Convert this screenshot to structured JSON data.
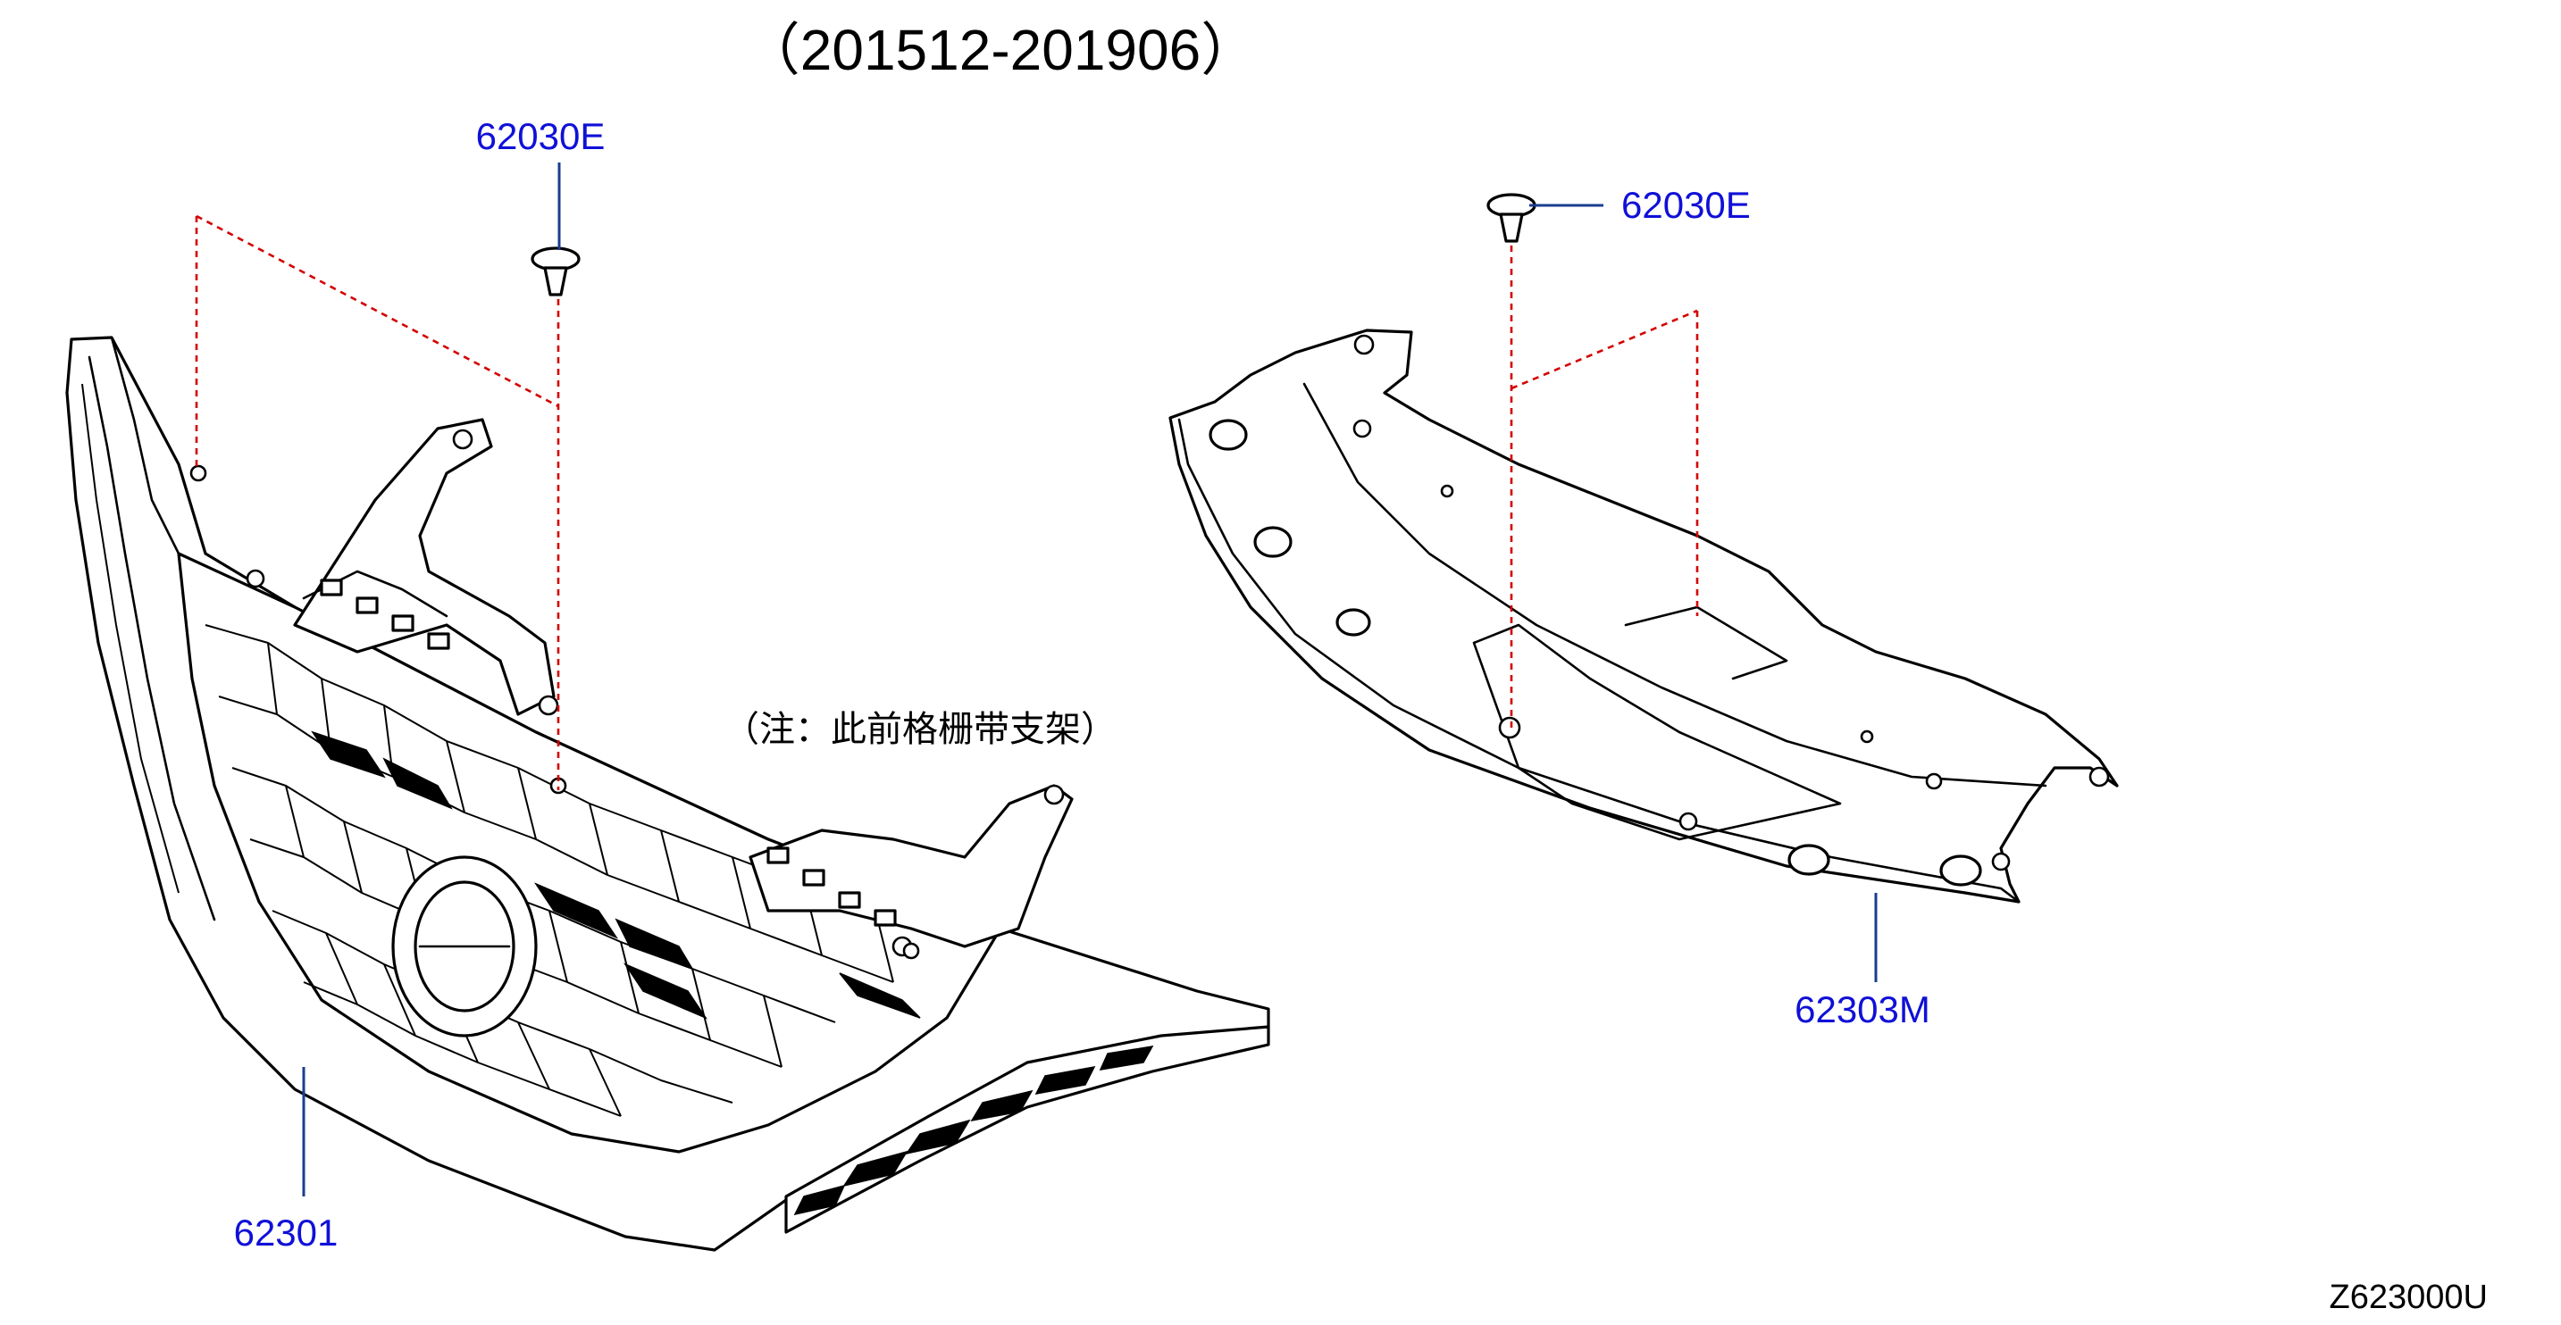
{
  "title": "（201512-201906）",
  "note": "（注：此前格栅带支架）",
  "diagram_code": "Z623000U",
  "callouts": {
    "clip_left": "62030E",
    "clip_right": "62030E",
    "grille": "62301",
    "upper_cover": "62303M"
  },
  "colors": {
    "callout_text": "#1010d8",
    "leader_line": "#1a3d8f",
    "guide_dash": "#d40000",
    "outline": "#000000"
  }
}
